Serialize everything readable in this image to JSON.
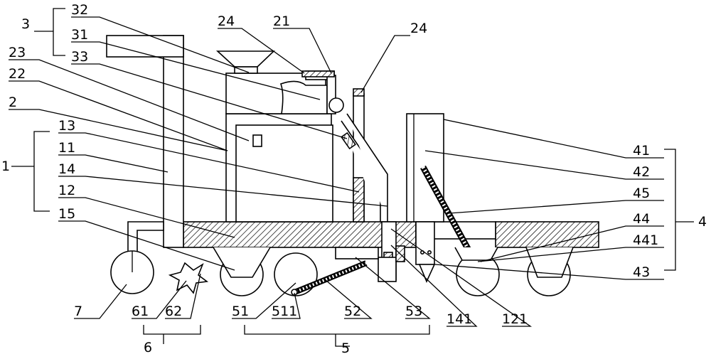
{
  "labels": {
    "l3": "3",
    "l32": "32",
    "l31": "31",
    "l33": "33",
    "l23": "23",
    "l22": "22",
    "l2": "2",
    "l13": "13",
    "l1": "1",
    "l11": "11",
    "l14": "14",
    "l12": "12",
    "l15": "15",
    "l24a": "24",
    "l21": "21",
    "l24b": "24",
    "l41": "41",
    "l42": "42",
    "l45": "45",
    "l44": "44",
    "l441": "441",
    "l43": "43",
    "l4": "4",
    "l7": "7",
    "l61": "61",
    "l62": "62",
    "l6": "6",
    "l51": "51",
    "l511": "511",
    "l52": "52",
    "l53": "53",
    "l5": "5",
    "l141": "141",
    "l121": "121"
  }
}
